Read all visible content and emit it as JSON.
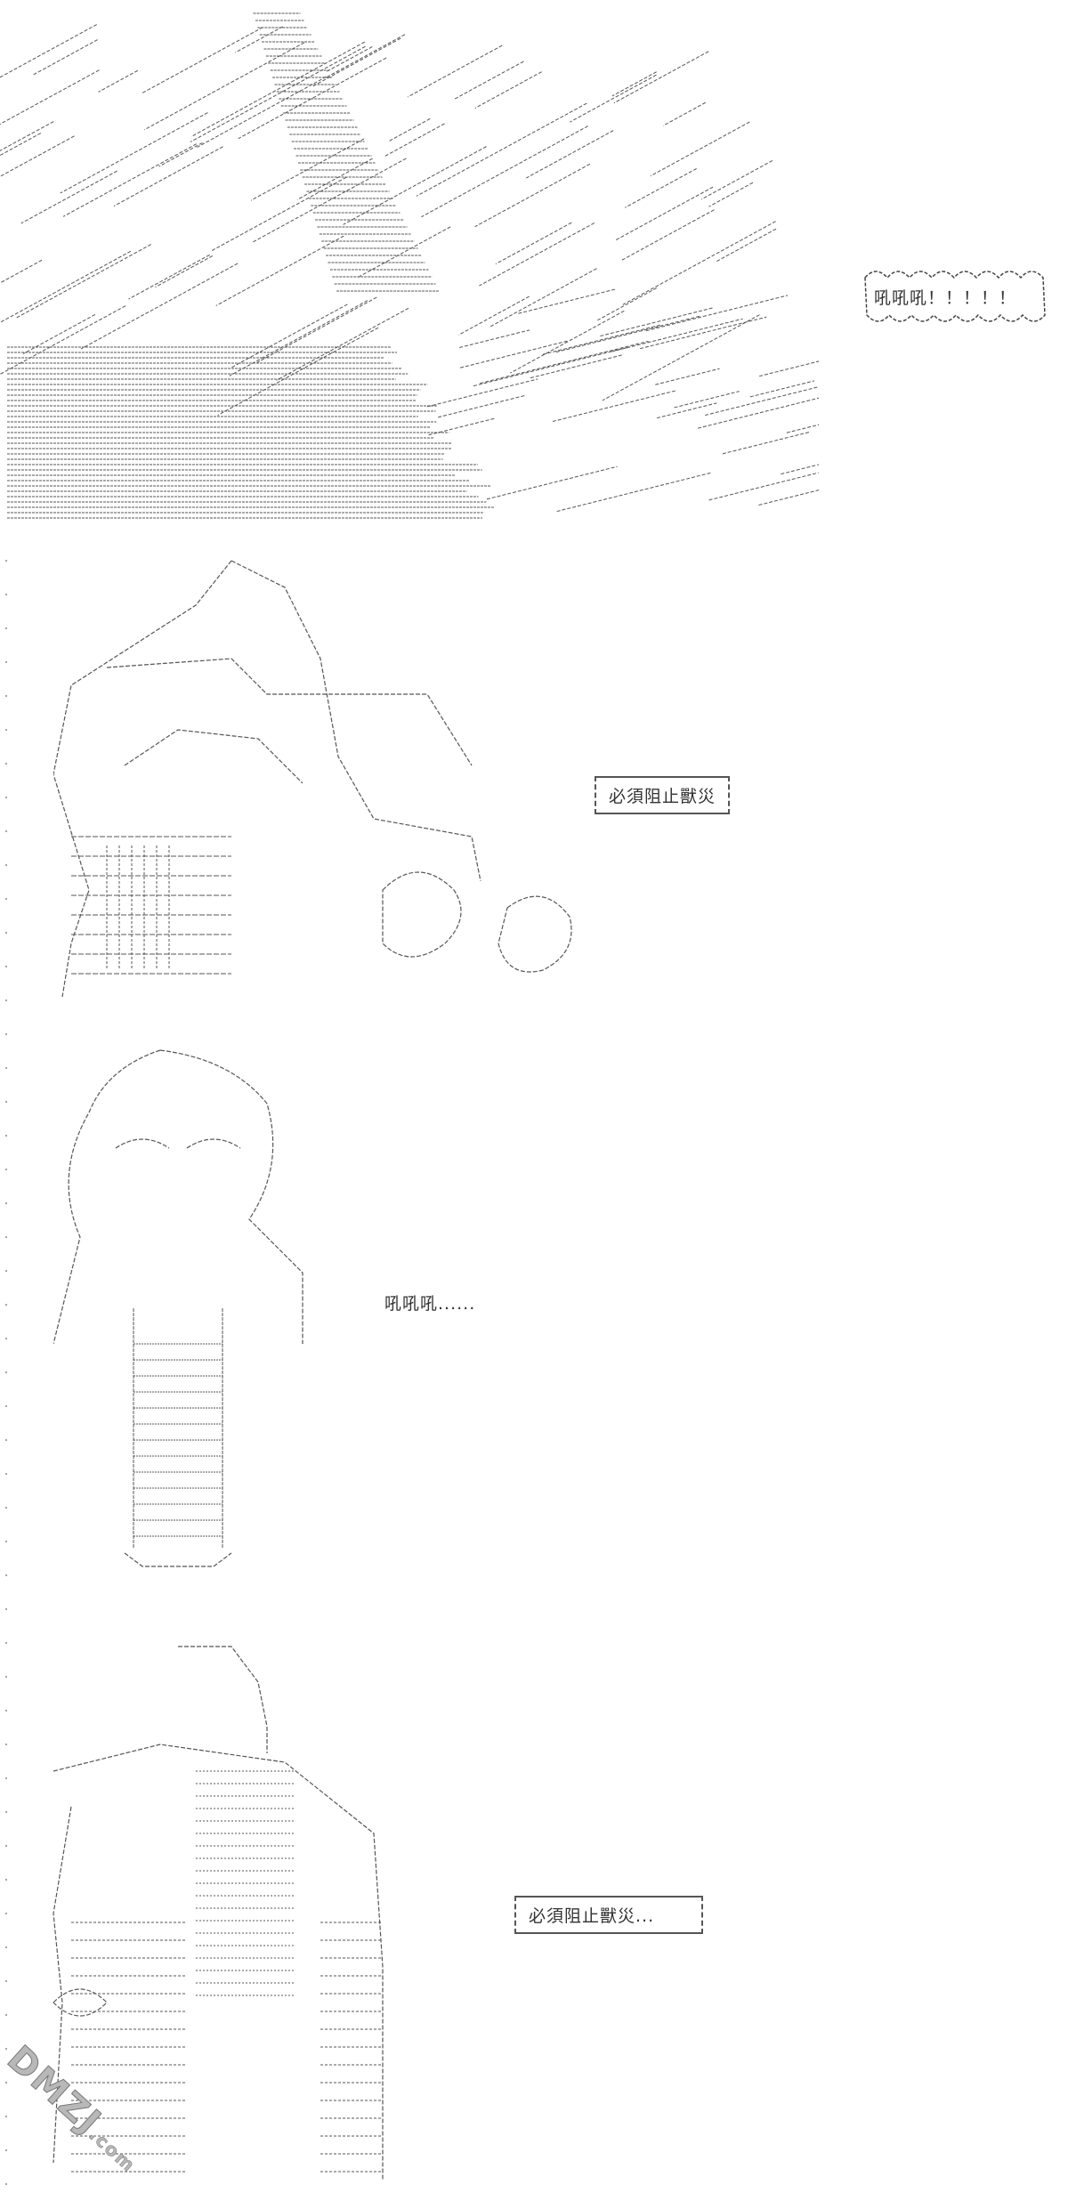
{
  "panels": [
    {
      "id": "panel-1",
      "dialogue": "吼吼吼！！！！！"
    },
    {
      "id": "panel-2",
      "dialogue": "必須阻止獸災"
    },
    {
      "id": "panel-3",
      "dialogue": "吼吼吼......"
    },
    {
      "id": "panel-4",
      "dialogue": "必須阻止獸災..."
    }
  ],
  "watermark": {
    "text": "DMZJ",
    "suffix": ".com"
  }
}
